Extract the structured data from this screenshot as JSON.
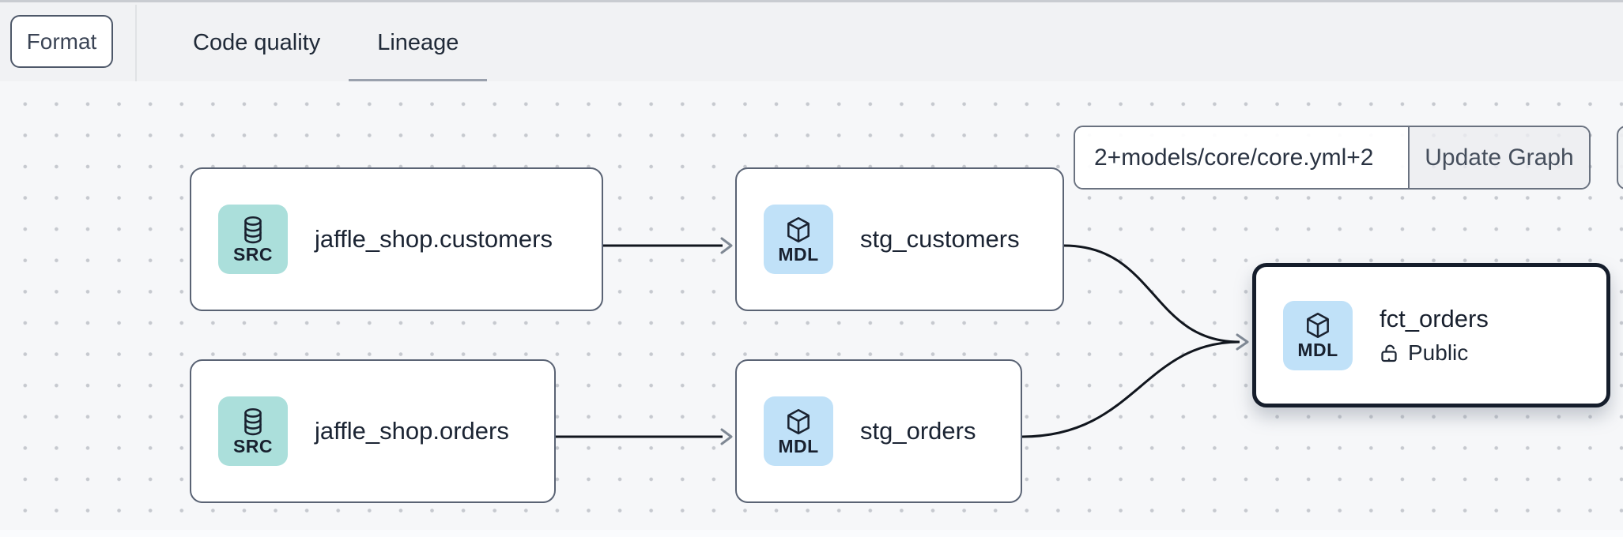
{
  "header": {
    "format_button": "Format",
    "tabs": [
      {
        "label": "Code quality",
        "active": false
      },
      {
        "label": "Lineage",
        "active": true
      }
    ]
  },
  "lineage_controls": {
    "selector_value": "2+models/core/core.yml+2",
    "update_button": "Update Graph"
  },
  "graph": {
    "nodes": [
      {
        "id": "jaffle_shop.customers",
        "label": "jaffle_shop.customers",
        "badge": "SRC",
        "kind": "source",
        "icon": "database-icon",
        "selected": false
      },
      {
        "id": "stg_customers",
        "label": "stg_customers",
        "badge": "MDL",
        "kind": "model",
        "icon": "cube-icon",
        "selected": false
      },
      {
        "id": "jaffle_shop.orders",
        "label": "jaffle_shop.orders",
        "badge": "SRC",
        "kind": "source",
        "icon": "database-icon",
        "selected": false
      },
      {
        "id": "stg_orders",
        "label": "stg_orders",
        "badge": "MDL",
        "kind": "model",
        "icon": "cube-icon",
        "selected": false
      },
      {
        "id": "fct_orders",
        "label": "fct_orders",
        "badge": "MDL",
        "kind": "model",
        "icon": "cube-icon",
        "access": "Public",
        "access_icon": "unlock-icon",
        "selected": true
      }
    ],
    "edges": [
      {
        "from": "jaffle_shop.customers",
        "to": "stg_customers"
      },
      {
        "from": "jaffle_shop.orders",
        "to": "stg_orders"
      },
      {
        "from": "stg_customers",
        "to": "fct_orders"
      },
      {
        "from": "stg_orders",
        "to": "fct_orders"
      }
    ]
  },
  "colors": {
    "source_badge": "#abdfdb",
    "model_badge": "#c0e1f8",
    "edge": "#11161e",
    "arrowhead": "#7f8894",
    "node_border": "#5a6374",
    "selected_node_border": "#151d2b",
    "active_tab_underline": "#9aa1ad",
    "toolbar_background": "#f1f2f4",
    "canvas_background": "#f6f7f9"
  }
}
